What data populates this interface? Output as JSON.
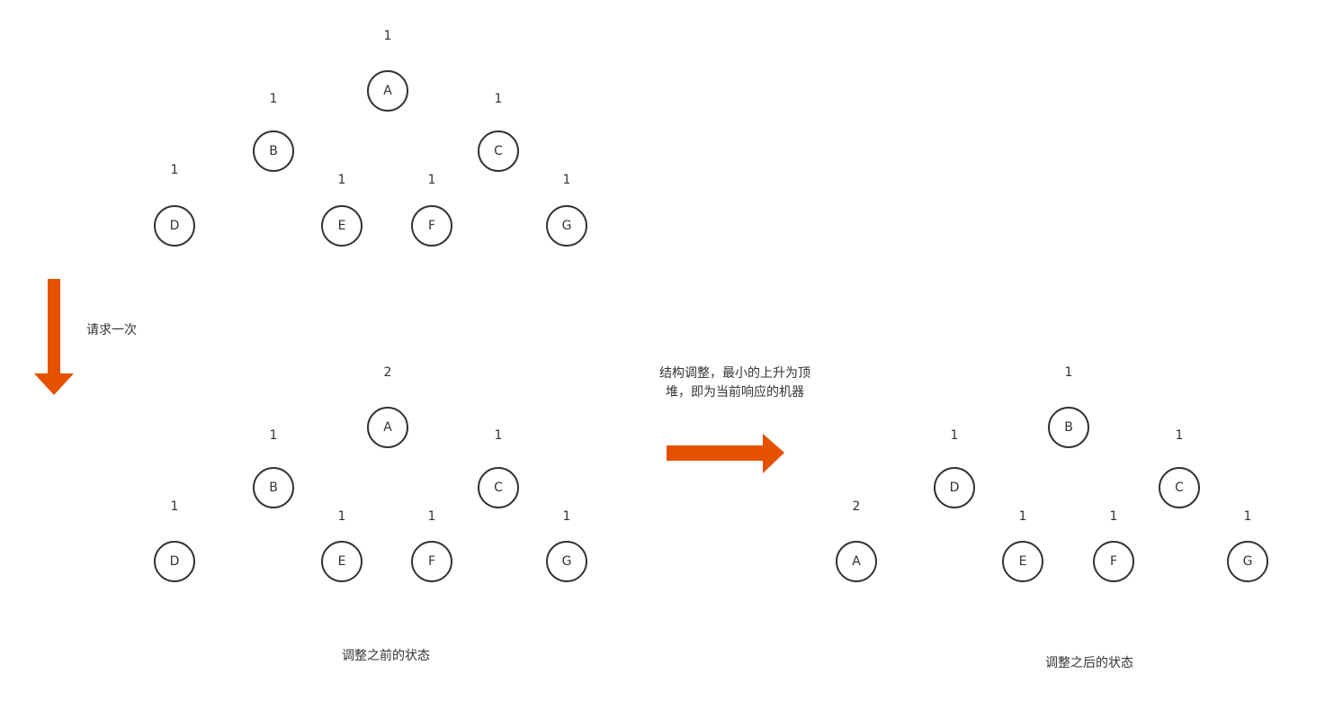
{
  "colors": {
    "arrow": "#e65100",
    "node_stroke": "#333333",
    "text": "#333333",
    "background": "#ffffff"
  },
  "labels": {
    "request_once": "请求一次",
    "restructure_note": "结构调整，最小的上升为顶堆，即为当前响应的机器",
    "before_caption": "调整之前的状态",
    "after_caption": "调整之后的状态"
  },
  "trees": {
    "initial": {
      "nodes": [
        {
          "id": "A",
          "weight": "1"
        },
        {
          "id": "B",
          "weight": "1"
        },
        {
          "id": "C",
          "weight": "1"
        },
        {
          "id": "D",
          "weight": "1"
        },
        {
          "id": "E",
          "weight": "1"
        },
        {
          "id": "F",
          "weight": "1"
        },
        {
          "id": "G",
          "weight": "1"
        }
      ]
    },
    "before": {
      "nodes": [
        {
          "id": "A",
          "weight": "2"
        },
        {
          "id": "B",
          "weight": "1"
        },
        {
          "id": "C",
          "weight": "1"
        },
        {
          "id": "D",
          "weight": "1"
        },
        {
          "id": "E",
          "weight": "1"
        },
        {
          "id": "F",
          "weight": "1"
        },
        {
          "id": "G",
          "weight": "1"
        }
      ]
    },
    "after": {
      "nodes": [
        {
          "id": "B",
          "weight": "1"
        },
        {
          "id": "D",
          "weight": "1"
        },
        {
          "id": "C",
          "weight": "1"
        },
        {
          "id": "A",
          "weight": "2"
        },
        {
          "id": "E",
          "weight": "1"
        },
        {
          "id": "F",
          "weight": "1"
        },
        {
          "id": "G",
          "weight": "1"
        }
      ]
    }
  }
}
